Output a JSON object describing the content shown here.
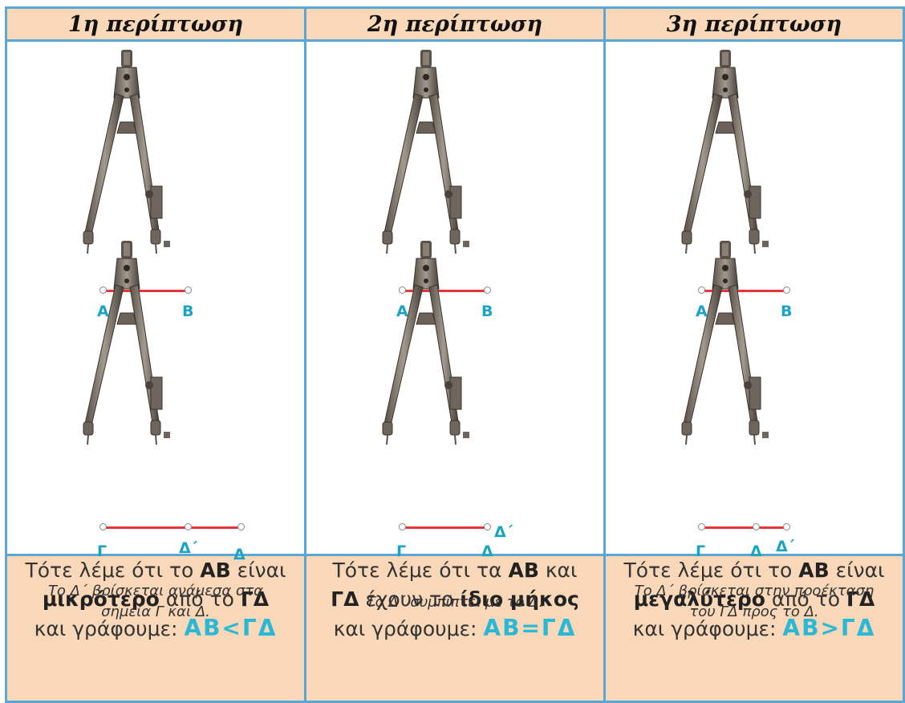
{
  "headers": [
    "1η περίπτωση",
    "2η περίπτωση",
    "3η περίπτωση"
  ],
  "labels": {
    "A": "Α",
    "B": "Β",
    "G": "Γ",
    "D": "Δ",
    "Dp": "Δ΄"
  },
  "notes": [
    "Το Δ΄ βρίσκεται ανάμεσα στα σημεία Γ και Δ.",
    "Το Δ΄ συμπίπτει με το Δ.",
    "Το Δ΄ βρίσκεται στην προέκταση του ΓΔ προς το Δ."
  ],
  "footers": [
    {
      "l1a": "Τότε λέμε ότι το ",
      "l1b": "ΑΒ",
      "l1c": " είναι",
      "l2a": "μικρότερο",
      "l2b": " από το ",
      "l2c": "ΓΔ",
      "l3a": "και γράφουμε: ",
      "rel": "ΑΒ<ΓΔ"
    },
    {
      "l1a": "Τότε λέμε ότι τα ",
      "l1b": "ΑΒ",
      "l1c": " και",
      "l2a": "ΓΔ",
      "l2b": " έχουν το ",
      "l2c": "ίδιο μήκος",
      "l3a": "και γράφουμε: ",
      "rel": "ΑΒ=ΓΔ"
    },
    {
      "l1a": "Τότε λέμε ότι το ",
      "l1b": "ΑΒ",
      "l1c": " είναι",
      "l2a": "μεγαλύτερο",
      "l2b": " από το ",
      "l2c": "ΓΔ",
      "l3a": "και γράφουμε: ",
      "rel": "ΑΒ>ΓΔ"
    }
  ]
}
